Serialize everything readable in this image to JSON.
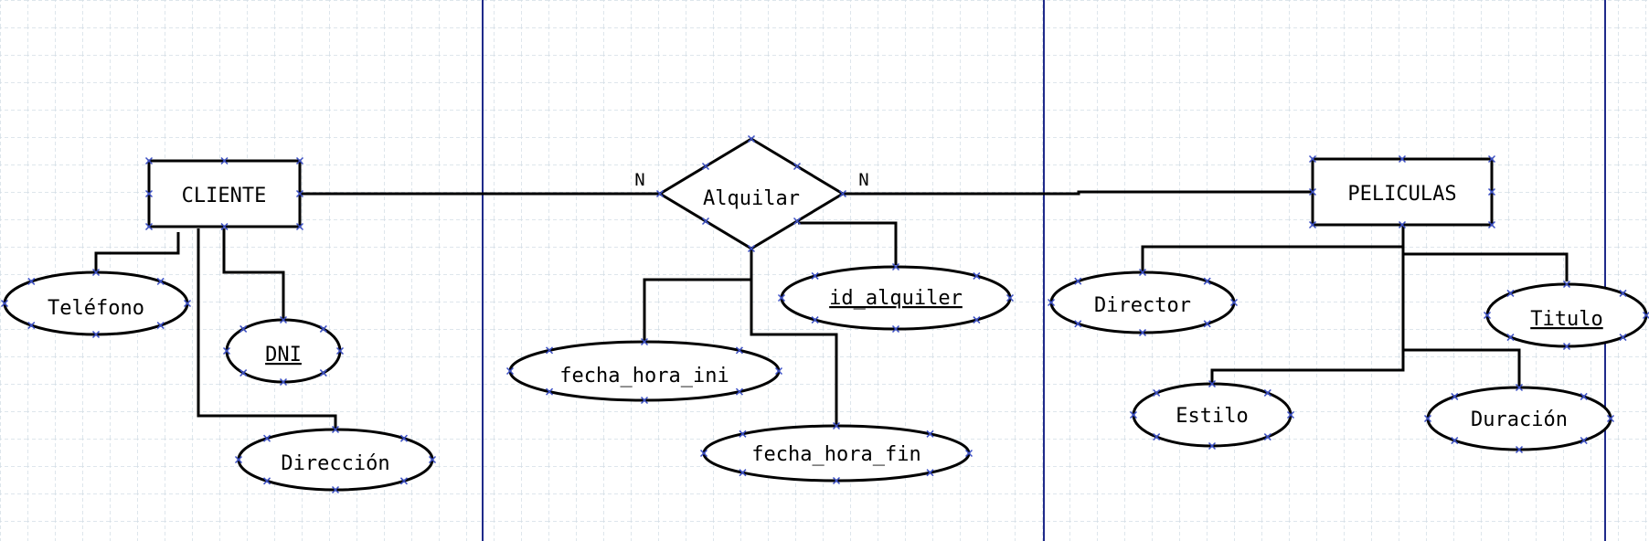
{
  "colors": {
    "grid": "#d4dde5",
    "page_break": "#1f2a8a",
    "stroke": "#000000",
    "handle": "#3b4fc4",
    "background": "#ffffff"
  },
  "entities": {
    "cliente": "CLIENTE",
    "peliculas": "PELICULAS"
  },
  "relationship": {
    "name": "Alquilar",
    "card_left": "N",
    "card_right": "N"
  },
  "attributes": {
    "telefono": "Teléfono",
    "dni": "DNI",
    "direccion": "Dirección",
    "fecha_hora_ini": "fecha_hora_ini",
    "fecha_hora_fin": "fecha_hora_fin",
    "id_alquiler": "id_alquiler",
    "director": "Director",
    "titulo": "Titulo",
    "estilo": "Estilo",
    "duracion": "Duración"
  },
  "key_attributes": [
    "DNI",
    "id_alquiler",
    "Titulo"
  ]
}
